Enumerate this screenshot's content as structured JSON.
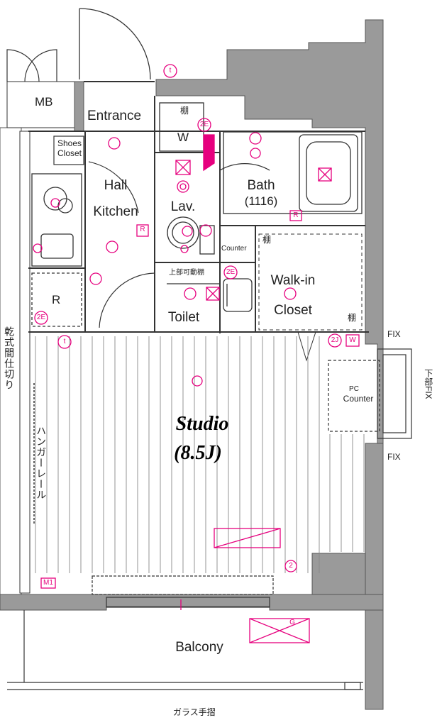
{
  "rooms": {
    "mb": "MB",
    "entrance": "Entrance",
    "shoes_closet_line1": "Shoes",
    "shoes_closet_line2": "Closet",
    "washer": "W",
    "bath": "Bath",
    "bath_size": "(1116)",
    "hall": "Hall",
    "kitchen": "Kitchen",
    "lav": "Lav.",
    "counter": "Counter",
    "upper_shelf": "上部可動棚",
    "walkin_line1": "Walk-in",
    "walkin_line2": "Closet",
    "toilet": "Toilet",
    "fridge": "R",
    "pc_counter_line1": "PC",
    "pc_counter_line2": "Counter",
    "studio": "Studio",
    "studio_size": "(8.5J)",
    "balcony": "Balcony"
  },
  "annotations": {
    "shelf_1": "棚",
    "shelf_2": "棚",
    "shelf_3": "棚",
    "fix_top": "FIX",
    "fix_bottom": "FIX",
    "lower_fix": "下部FIX",
    "dry_partition": "乾式間仕切り",
    "hanger_rail": "ハンガーレール",
    "glass_handrail": "ガラス手摺"
  },
  "symbols": {
    "two_e": "2E",
    "two_j": "2J",
    "w": "W",
    "two": "2",
    "t": "t",
    "r": "R",
    "m1": "M1",
    "g": "G"
  },
  "colors": {
    "wall": "#9a9a9a",
    "wall_dark": "#555555",
    "line": "#333333",
    "electric": "#e6007e",
    "background": "#ffffff"
  }
}
